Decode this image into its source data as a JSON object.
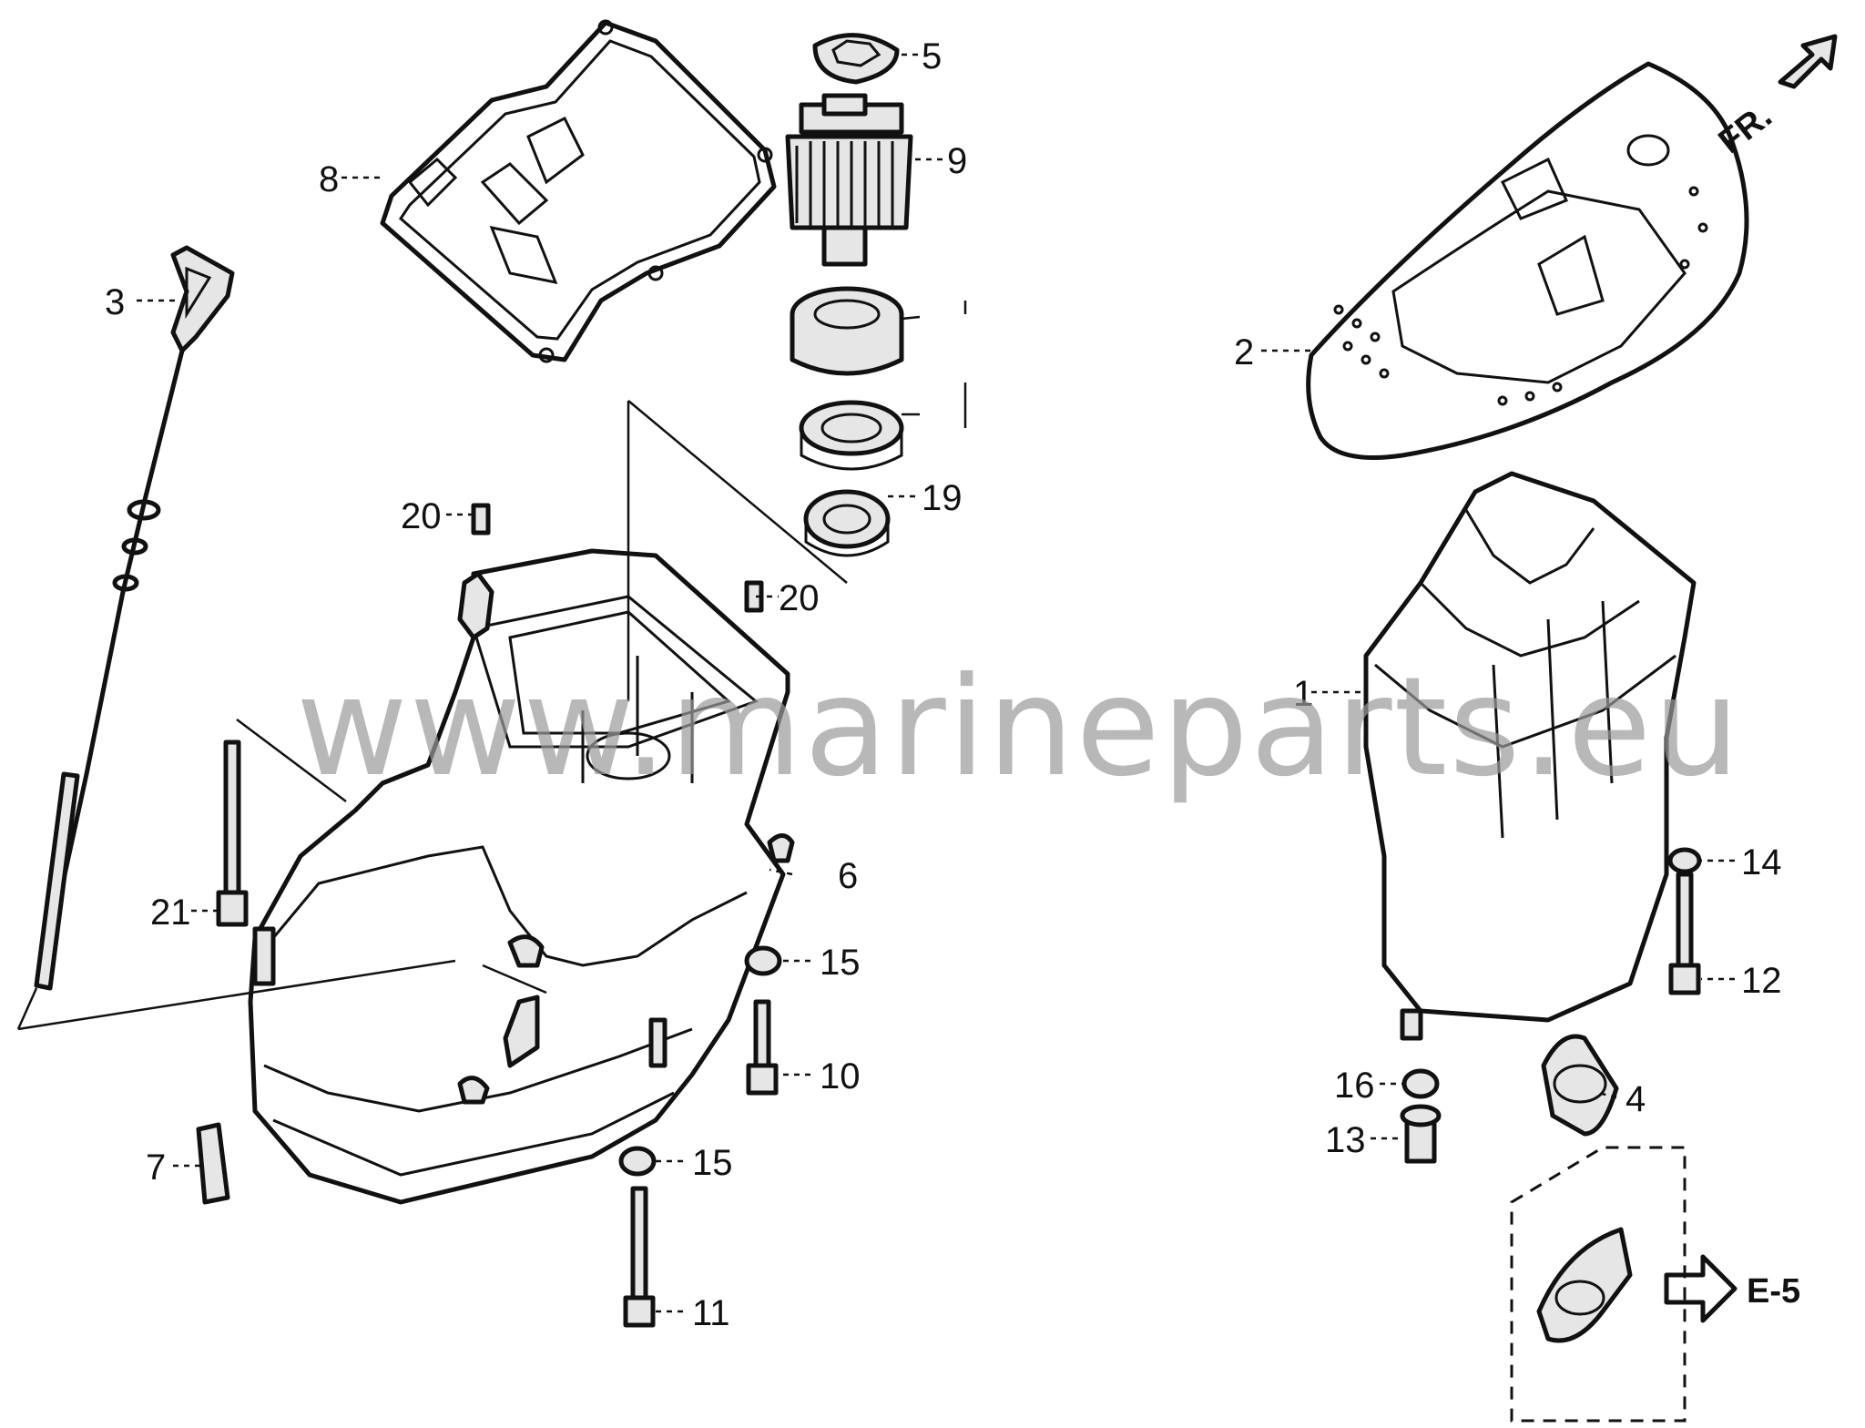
{
  "watermark": "www.marineparts.eu",
  "direction_label": "FR.",
  "reference_label": "E-5",
  "callouts": {
    "p1": "1",
    "p2": "2",
    "p3": "3",
    "p4": "4",
    "p5": "5",
    "p6": "6",
    "p7": "7",
    "p8": "8",
    "p9": "9",
    "p10": "10",
    "p11": "11",
    "p12": "12",
    "p13": "13",
    "p14": "14",
    "p15a": "15",
    "p15b": "15",
    "p16": "16",
    "p19": "19",
    "p20a": "20",
    "p20b": "20",
    "p21": "21"
  }
}
